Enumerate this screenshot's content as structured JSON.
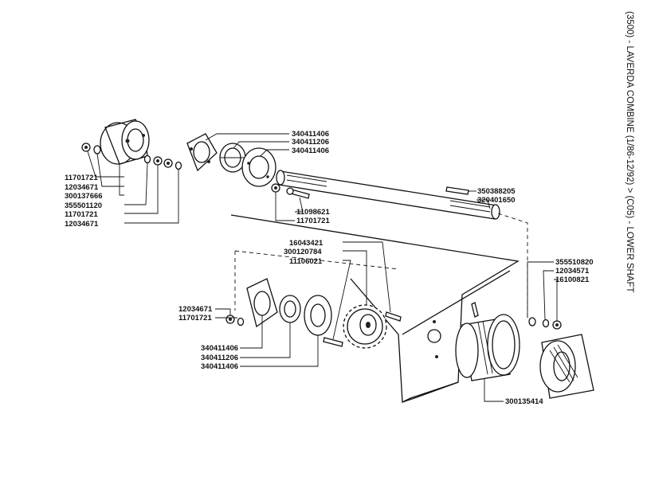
{
  "title": "(3500) - LAVERDA COMBINE (1/86-12/92) > (C05) - LOWER SHAFT",
  "parts": {
    "p340411406_a": "340411406",
    "p340411206_a": "340411206",
    "p340411406_b": "340411406",
    "p11701721_a": "11701721",
    "p12034671_a": "12034671",
    "p300137666": "300137666",
    "p355501120": "355501120",
    "p11701721_b": "11701721",
    "p12034671_b": "12034671",
    "p11098621": "11098621",
    "p11701721_c": "11701721",
    "p350388205": "350388205",
    "p320401650": "320401650",
    "p16043421": "16043421",
    "p300120784": "300120784",
    "p11106021": "11106021",
    "p12034671_c": "12034671",
    "p11701721_d": "11701721",
    "p340411406_c": "340411406",
    "p340411206_b": "340411206",
    "p340411406_d": "340411406",
    "p355510820": "355510820",
    "p12034571": "12034571",
    "p16100821": "16100821",
    "p300135414": "300135414"
  }
}
